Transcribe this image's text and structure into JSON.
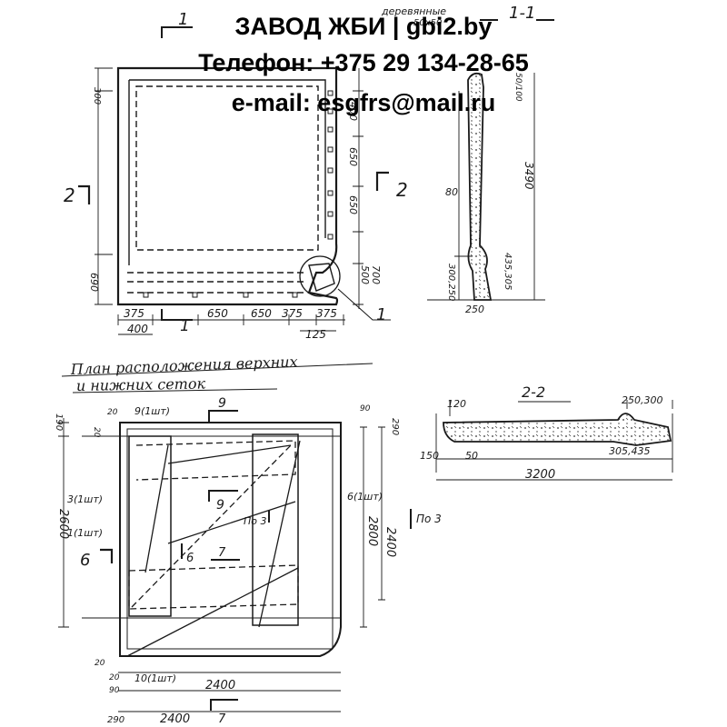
{
  "watermark": {
    "line1": "ЗАВОД ЖБИ | gbi2.by",
    "line2": "Телефон: +375 29 134-28-65",
    "line3": "e-mail: esgfrs@mail.ru"
  },
  "elevation": {
    "section_mark": "1",
    "section_mark_bottom": "1",
    "section_mark_right": "1",
    "cut2_left": "2",
    "cut2_right": "2",
    "dims_right": [
      "400",
      "650",
      "650",
      "500",
      "700"
    ],
    "dim_left_top": "300",
    "dim_left_bottom": "690",
    "dims_bottom": [
      "375",
      "650",
      "650",
      "375",
      "375"
    ],
    "dim_bottom_400": "400",
    "dim_bottom_125": "125"
  },
  "section_1_1": {
    "title": "1-1",
    "note": "деревянные",
    "note_dim": "50x50",
    "dim_top": "50/100",
    "dim_height": "3490",
    "dim_80": "80",
    "dim_300_250": "300,250",
    "dim_435_305": "435,305",
    "dim_250": "250"
  },
  "plan": {
    "heading_line1": "План расположения верхних",
    "heading_line2": "и нижних сеток",
    "mark_9_top": "9(1шт)",
    "cut_9": "9",
    "mark_3": "3(1шт)",
    "mark_1": "1(1шт)",
    "mark_6_right": "6(1шт)",
    "cut_9_inner": "9",
    "cut_po3_inner": "По 3",
    "cut_po3_outer": "По 3",
    "cut_6_left": "6",
    "cut_6_inner": "6",
    "cut_7_inner": "7",
    "mark_10": "10(1шт)",
    "cut_7_bottom": "7",
    "dim_190": "190",
    "dim_20_a": "20",
    "dim_20_b": "20",
    "dim_20_c": "20",
    "dim_20_d": "20",
    "dim_90_a": "90",
    "dim_90_b": "90",
    "dim_290_a": "290",
    "dim_290_b": "290",
    "dim_2600": "2600",
    "dim_2800": "2800",
    "dim_2400_v": "2400",
    "dim_2400_h1": "2400",
    "dim_2400_h2": "2400"
  },
  "section_2_2": {
    "title": "2-2",
    "dim_120": "120",
    "dim_250_300": "250,300",
    "dim_150": "150",
    "dim_50": "50",
    "dim_305_435": "305,435",
    "dim_3200": "3200"
  }
}
